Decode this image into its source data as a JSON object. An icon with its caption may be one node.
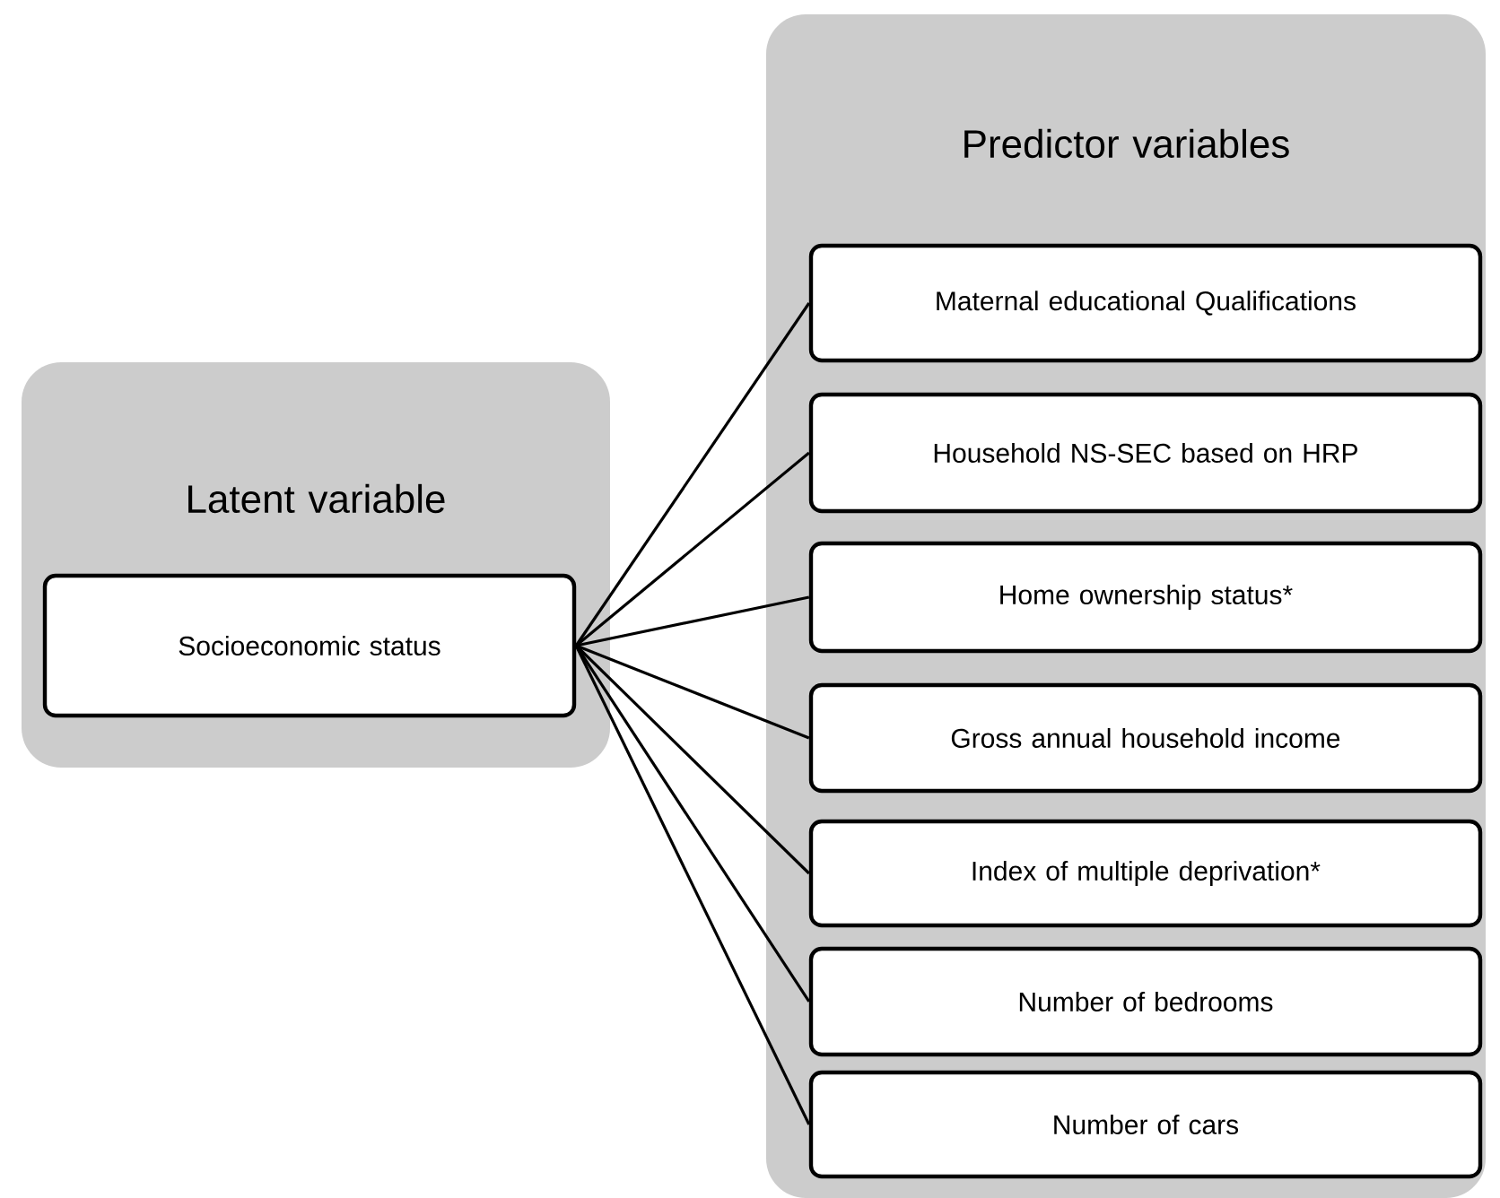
{
  "diagram": {
    "nodes": [
      {
        "text": [
          "Latent variable"
        ]
      },
      {
        "text": [
          "Socioeconomic status"
        ],
        "in": 0
      },
      {
        "text": [
          "Predictor variables"
        ]
      },
      {
        "text": [
          "Maternal educational Qualifications"
        ],
        "in": 2
      },
      {
        "text": [
          "Household NS-SEC based on HRP"
        ],
        "in": 2
      },
      {
        "text": [
          "Home ownership status*"
        ],
        "in": 2
      },
      {
        "text": [
          "Gross annual household income"
        ],
        "in": 2
      },
      {
        "text": [
          "Index of multiple deprivation*"
        ],
        "in": 2
      },
      {
        "text": [
          "Number of bedrooms"
        ],
        "in": 2
      },
      {
        "text": [
          "Number of cars"
        ],
        "in": 2
      }
    ],
    "edges": [
      {
        "from": 1,
        "to": 3,
        "arrow": "none"
      },
      {
        "from": 1,
        "to": 4,
        "arrow": "none"
      },
      {
        "from": 1,
        "to": 5,
        "arrow": "none"
      },
      {
        "from": 1,
        "to": 6,
        "arrow": "none"
      },
      {
        "from": 1,
        "to": 7,
        "arrow": "none"
      },
      {
        "from": 1,
        "to": 8,
        "arrow": "none"
      },
      {
        "from": 1,
        "to": 9,
        "arrow": "none"
      }
    ]
  }
}
